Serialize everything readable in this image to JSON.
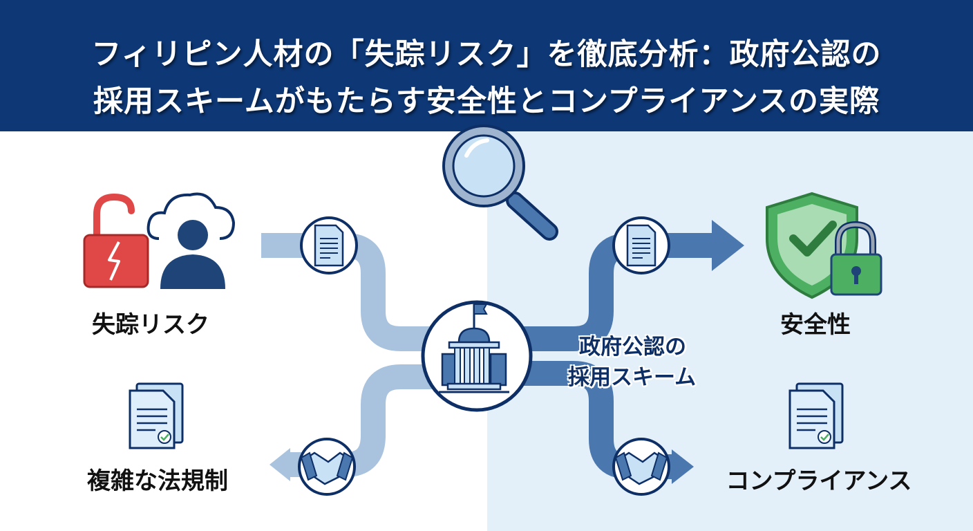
{
  "header": {
    "title_line1": "フィリピン人材の「失踪リスク」を徹底分析：政府公認の",
    "title_line2": "採用スキームがもたらす安全性とコンプライアンスの実際"
  },
  "left": {
    "risk_label": "失踪リスク",
    "regulation_label": "複雑な法規制"
  },
  "center": {
    "label_line1": "政府公認の",
    "label_line2": "採用スキーム"
  },
  "right": {
    "safety_label": "安全性",
    "compliance_label": "コンプライアンス"
  },
  "colors": {
    "header_bg": "#0d3775",
    "right_bg": "#e3eff9",
    "left_path": "#a9c3de",
    "right_path": "#4a78ae",
    "danger": "#e04848",
    "safe": "#4caf62"
  }
}
